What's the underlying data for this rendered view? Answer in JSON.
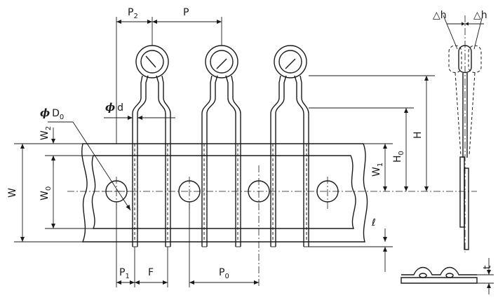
{
  "labels": {
    "p2": {
      "base": "P",
      "sub": "2"
    },
    "p": {
      "base": "P",
      "sub": ""
    },
    "phi_d": {
      "sym": "ϕ",
      "base": "d",
      "sub": ""
    },
    "phi_d0": {
      "sym": "ϕ",
      "base": "D",
      "sub": "0"
    },
    "w2": {
      "base": "W",
      "sub": "2"
    },
    "w0": {
      "base": "W",
      "sub": "0"
    },
    "w": {
      "base": "W",
      "sub": ""
    },
    "w1": {
      "base": "W",
      "sub": "1"
    },
    "h0": {
      "base": "H",
      "sub": "0"
    },
    "h": {
      "base": "H",
      "sub": ""
    },
    "ell": {
      "base": "ℓ",
      "sub": ""
    },
    "p1": {
      "base": "P",
      "sub": "1"
    },
    "f": {
      "base": "F",
      "sub": ""
    },
    "p0": {
      "base": "P",
      "sub": "0"
    },
    "t": {
      "base": "t",
      "sub": ""
    },
    "dh_left": {
      "base": "△h",
      "sub": ""
    },
    "dh_right": {
      "base": "△h",
      "sub": ""
    }
  }
}
